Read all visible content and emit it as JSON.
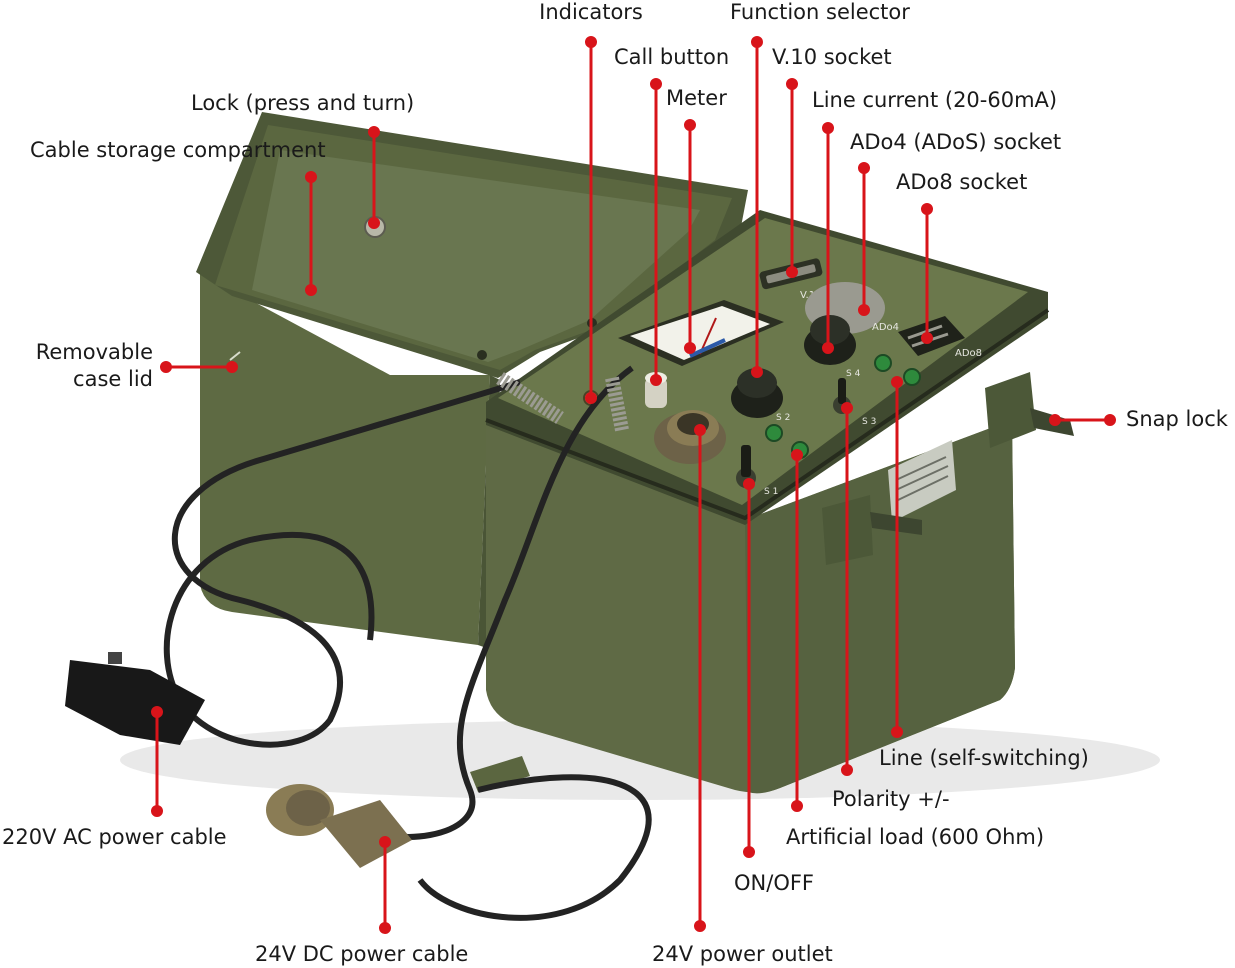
{
  "colors": {
    "leader": "#d8141a",
    "case_body": "#5f6a45",
    "case_dark": "#465034",
    "case_light": "#77845a",
    "panel": "#6c7a4c",
    "cable": "#232323",
    "connector": "#8a7c55"
  },
  "labels": {
    "indicators": "Indicators",
    "function_selector": "Function selector",
    "call_button": "Call button",
    "v10_socket": "V.10 socket",
    "meter": "Meter",
    "line_current": "Line current (20-60mA)",
    "lock": "Lock (press and turn)",
    "ado4_socket": "ADo4 (ADoS) socket",
    "cable_storage": "Cable storage compartment",
    "ado8_socket": "ADo8 socket",
    "removable_lid_line1": "Removable",
    "removable_lid_line2": "case lid",
    "snap_lock": "Snap lock",
    "line_self_switching": "Line (self-switching)",
    "polarity": "Polarity +/-",
    "power_cable_ac": "220V AC power cable",
    "artificial_load": "Artificial load (600 Ohm)",
    "on_off": "ON/OFF",
    "power_cable_dc": "24V DC power cable",
    "power_outlet": "24V power outlet"
  },
  "device_markings": {
    "v10": "V.10",
    "ado4": "ADo4",
    "ado8": "ADo8",
    "s1": "S 1",
    "s2": "S 2",
    "s3": "S 3",
    "s4": "S 4"
  }
}
